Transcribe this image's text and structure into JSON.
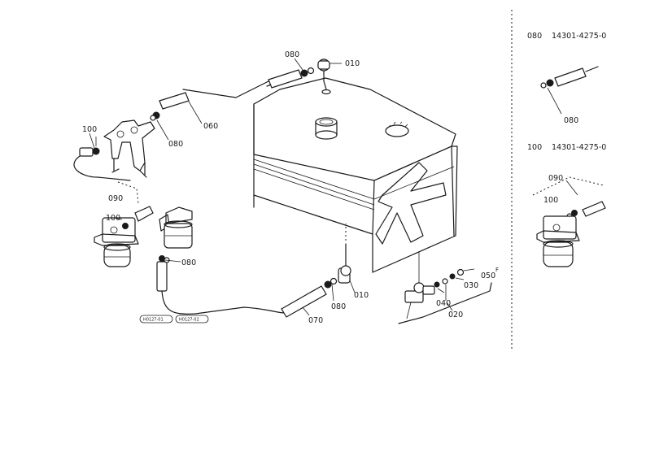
{
  "callouts": {
    "c010_top": "010",
    "c080_top": "080",
    "c060": "060",
    "c080_upper_left": "080",
    "c100_left": "100",
    "c090_left": "090",
    "c100_mid": "100",
    "c080_filter": "080",
    "c070": "070",
    "c080_lower": "080",
    "c010_lower": "010",
    "c040": "040",
    "c030": "030",
    "c020": "020",
    "c050": "050",
    "c050_suffix": "F"
  },
  "codes": {
    "code_a": "H0127-01",
    "code_b": "H0127-02"
  },
  "side_panel": {
    "entry1": {
      "ref": "080",
      "part_number": "14301-4275-0"
    },
    "entry1_callout": "080",
    "entry2": {
      "ref": "100",
      "part_number": "14301-4275-0"
    },
    "entry2_callout_090": "090",
    "entry2_callout_100": "100"
  }
}
